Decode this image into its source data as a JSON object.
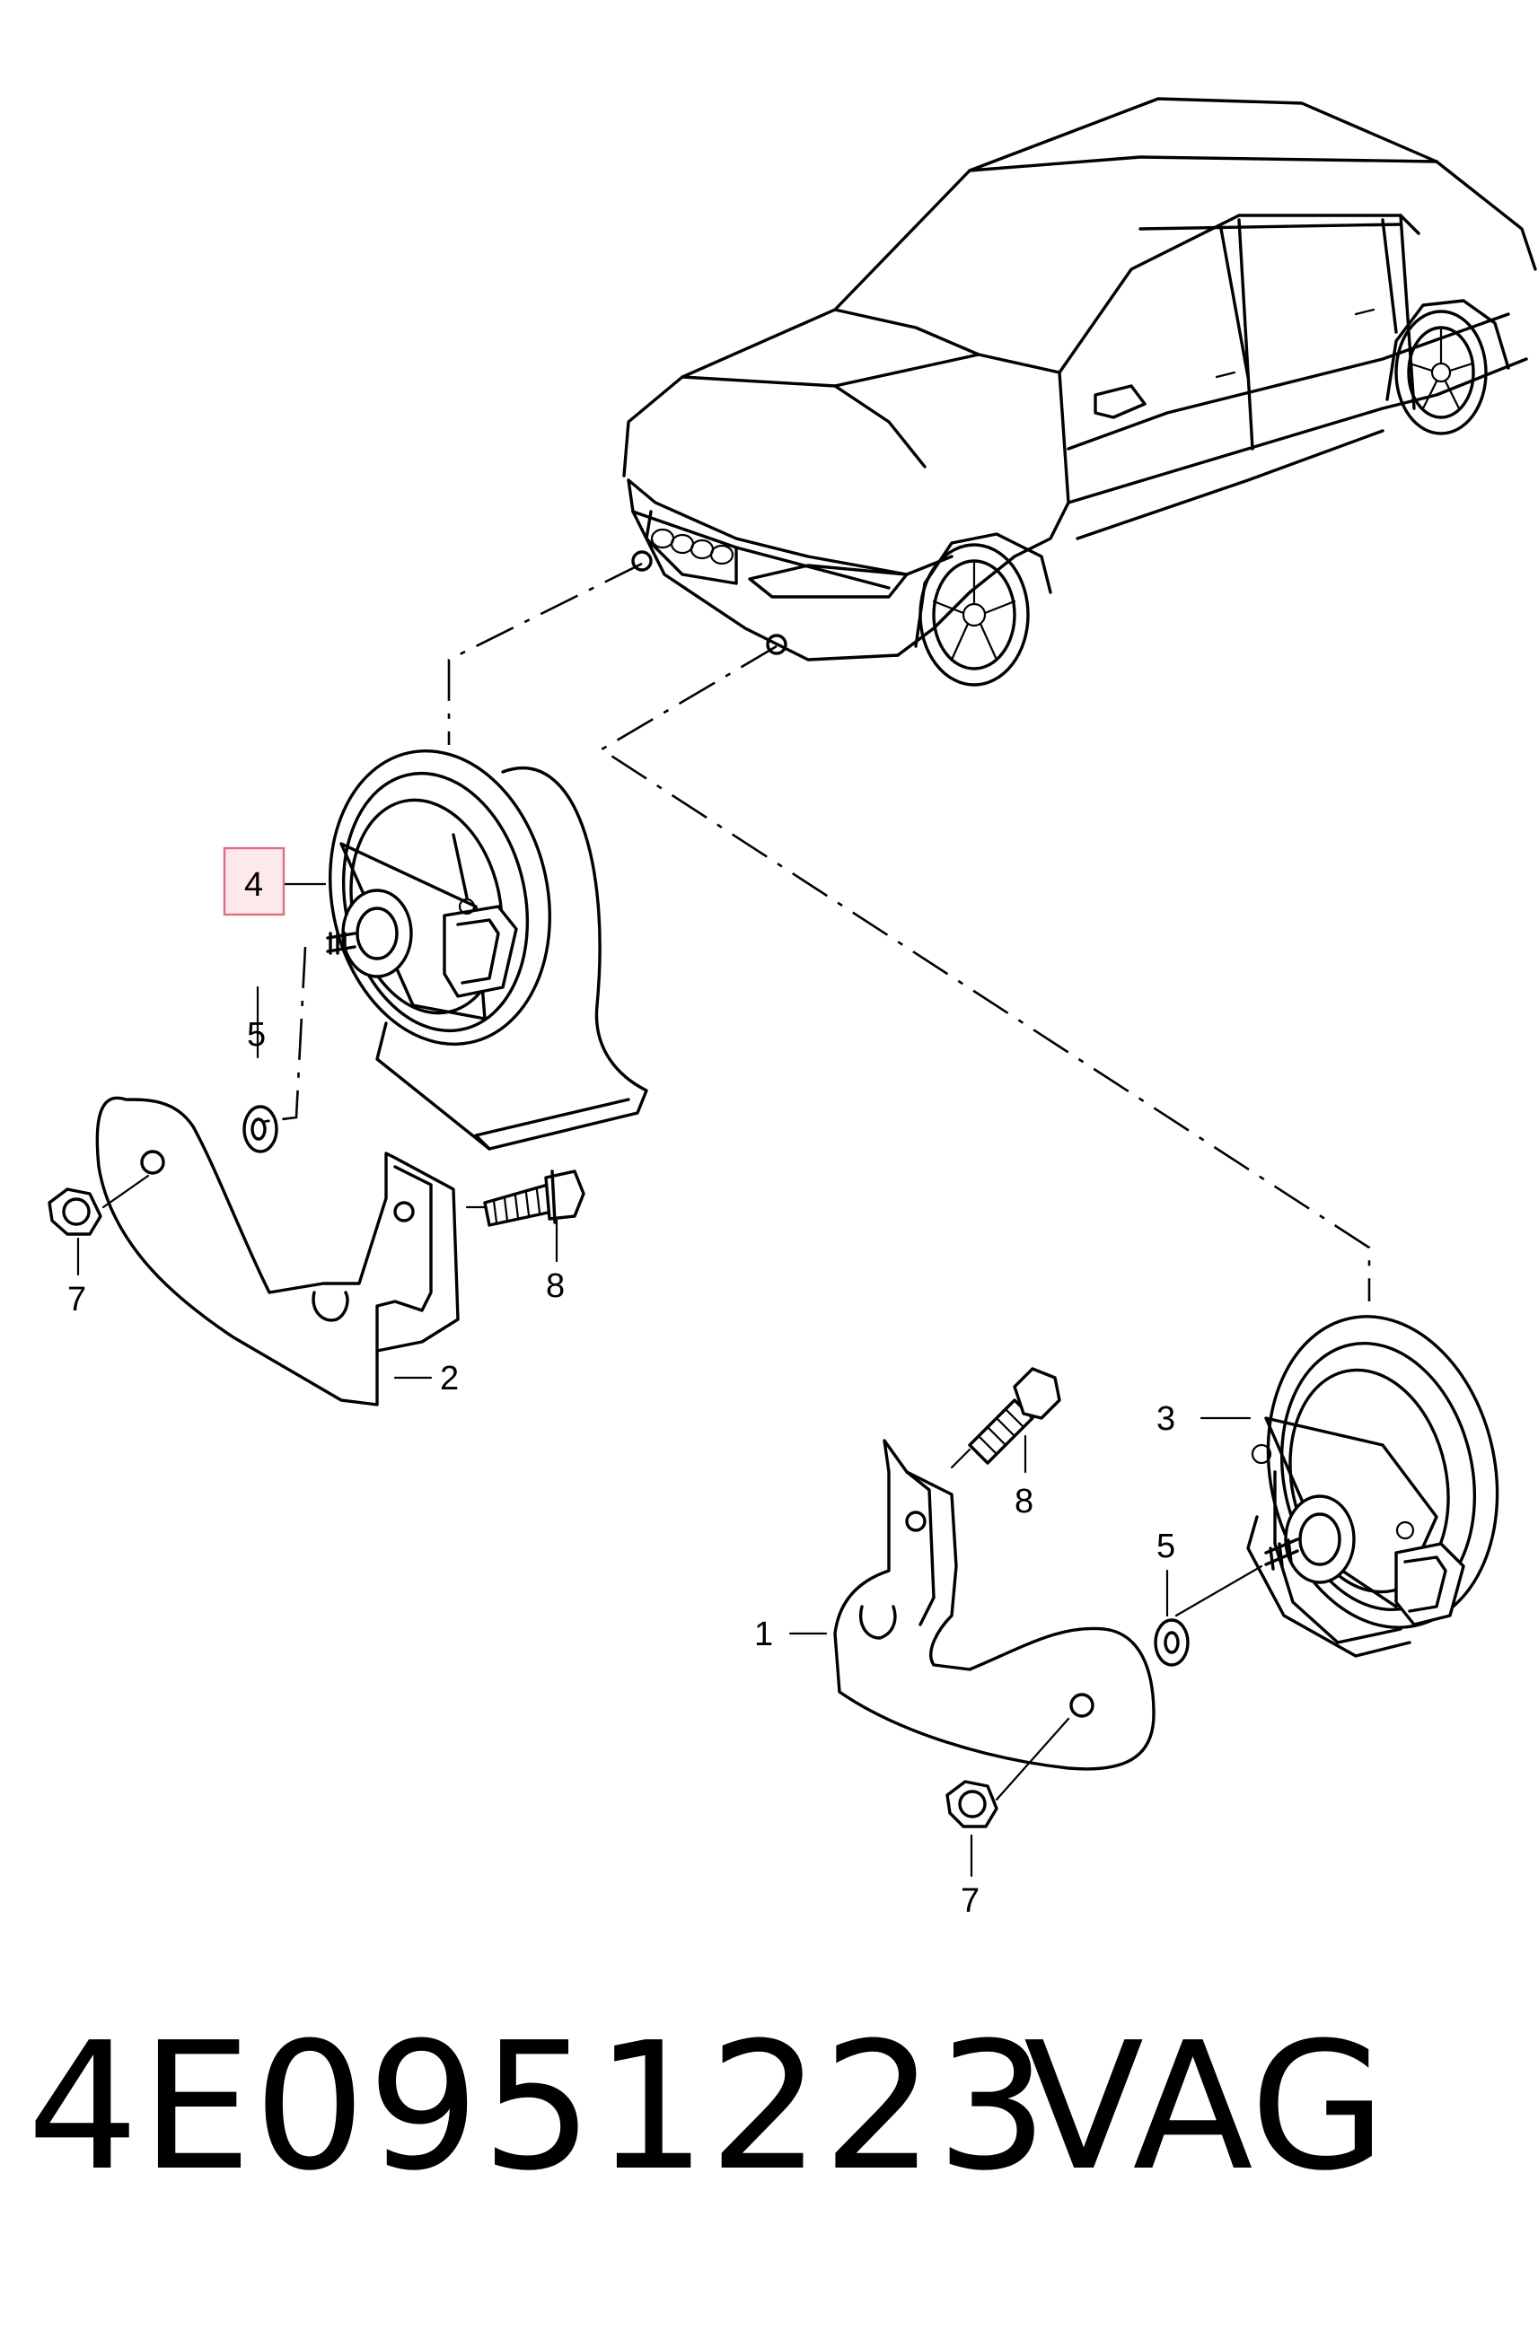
{
  "diagram": {
    "callouts": {
      "c1": "1",
      "c2": "2",
      "c3": "3",
      "c4": "4",
      "c5a": "5",
      "c5b": "5",
      "c7a": "7",
      "c7b": "7",
      "c8a": "8",
      "c8b": "8"
    },
    "highlight_color": "#e8a0a8"
  },
  "footer": {
    "part_number": "4E0951223",
    "brand": "VAG"
  }
}
